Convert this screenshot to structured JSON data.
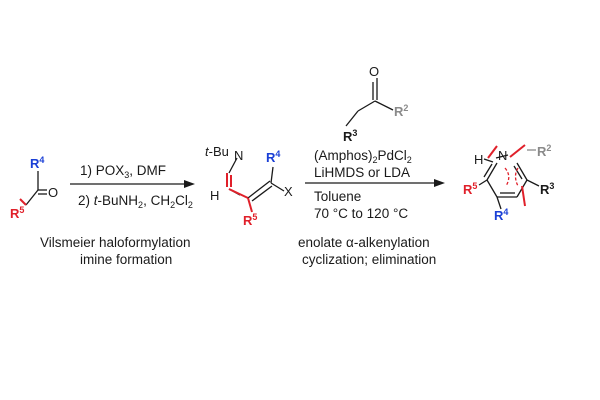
{
  "colors": {
    "black": "#1a1a1a",
    "red": "#e0202a",
    "blue": "#1a3fd6",
    "gray": "#8a8a8a"
  },
  "reagent_ketone": {
    "O": "O",
    "R2": "R",
    "R2_num": "2",
    "R3": "R",
    "R3_num": "3"
  },
  "start_ketone": {
    "R4": "R",
    "R4_num": "4",
    "O": "O",
    "R5": "R",
    "R5_num": "5"
  },
  "step1": {
    "line1_a": "1) POX",
    "line1_sub": "3",
    "line1_b": ", DMF",
    "line2_a": "2) ",
    "line2_it": "t",
    "line2_b": "-BuNH",
    "line2_sub": "2",
    "line2_c": ", CH",
    "line2_sub2": "2",
    "line2_d": "Cl",
    "line2_sub3": "2",
    "caption_1": "Vilsmeier haloformylation",
    "caption_2": "imine formation"
  },
  "intermediate": {
    "tBu_it": "t",
    "tBu": "-Bu",
    "N": "N",
    "H": "H",
    "R4": "R",
    "R4_num": "4",
    "X": "X",
    "R5": "R",
    "R5_num": "5"
  },
  "step2": {
    "cat_a": "(Amphos)",
    "cat_sub": "2",
    "cat_b": "PdCl",
    "cat_sub2": "2",
    "base": "LiHMDS or LDA",
    "solvent": "Toluene",
    "temp": "70 °C to 120 °C",
    "caption_1_a": "enolate ",
    "caption_1_alpha": "α",
    "caption_1_b": "-alkenylation",
    "caption_2": "cyclization; elimination"
  },
  "product": {
    "H": "H",
    "N": "N",
    "R2": "R",
    "R2_num": "2",
    "R3": "R",
    "R3_num": "3",
    "R4": "R",
    "R4_num": "4",
    "R5": "R",
    "R5_num": "5"
  }
}
